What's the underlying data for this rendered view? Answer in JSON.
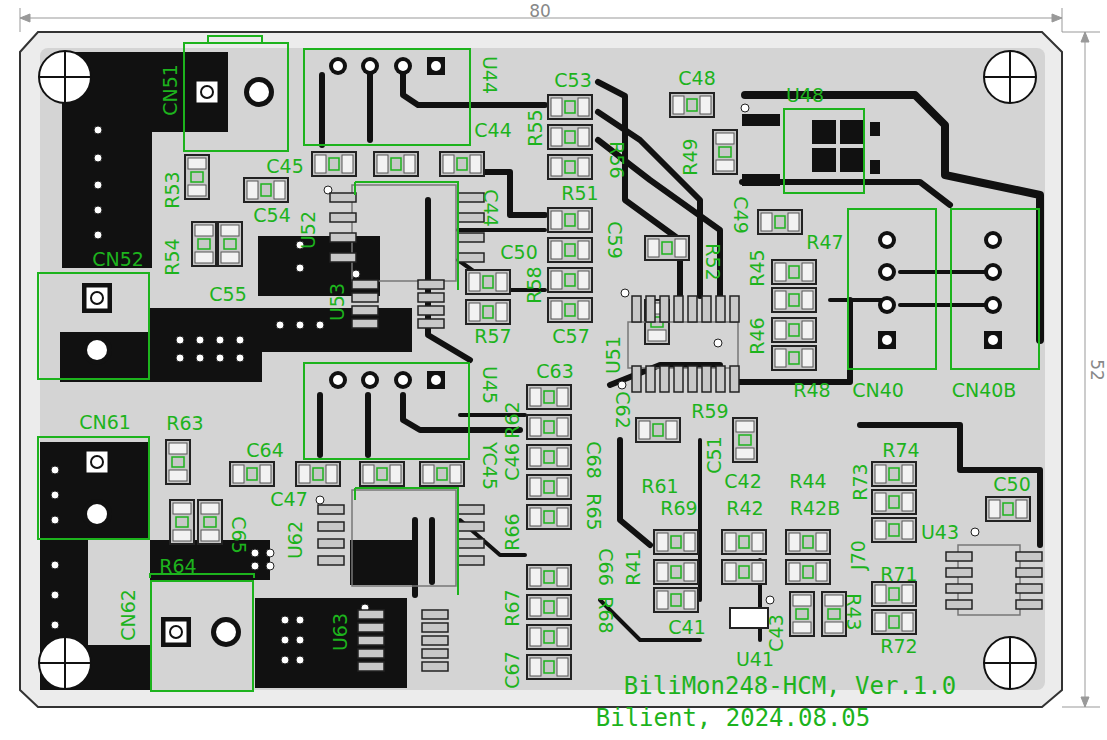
{
  "diagram": {
    "nodes": [
      {
        "text": [
          "CN51"
        ]
      },
      {
        "text": [
          "U44"
        ]
      },
      {
        "text": [
          "U48"
        ]
      },
      {
        "text": [
          "CN40"
        ]
      },
      {
        "text": [
          "CN40B"
        ]
      },
      {
        "text": [
          "CN52"
        ]
      },
      {
        "text": [
          "U45"
        ]
      },
      {
        "text": [
          "CN61"
        ]
      },
      {
        "text": [
          "CN62"
        ]
      }
    ],
    "labels": [
      "80",
      "52",
      "C53",
      "C48",
      "C44",
      "R55",
      "R56",
      "R49",
      "C45",
      "R53",
      "C54",
      "C44",
      "R51",
      "C59",
      "U52",
      "R54",
      "C50",
      "R58",
      "C55",
      "U53",
      "R57",
      "C57",
      "C49",
      "R52",
      "R47",
      "R45",
      "R46",
      "R48",
      "U51",
      "C63",
      "R62",
      "C62",
      "R59",
      "C46",
      "YC45",
      "C68",
      "C51",
      "C42",
      "R44",
      "R61",
      "R65",
      "R69",
      "R42",
      "R42B",
      "R66",
      "R74",
      "R73",
      "C50",
      "J70",
      "U43",
      "R41",
      "C66",
      "C41",
      "U41",
      "C43",
      "R43",
      "R71",
      "R72",
      "R63",
      "C64",
      "C47",
      "C65",
      "U62",
      "R64",
      "U63",
      "R67",
      "R68",
      "C67",
      "BiliMon248-HCM, Ver.1.0",
      "Bilient, 2024.08.05"
    ]
  }
}
